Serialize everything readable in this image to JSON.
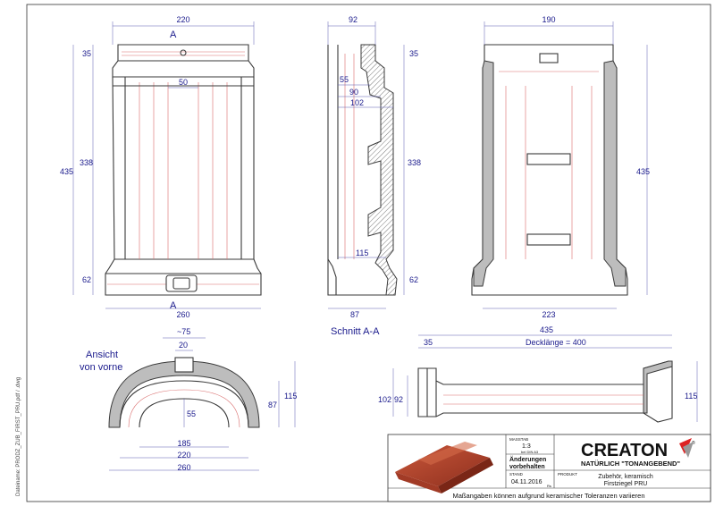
{
  "dims": {
    "front_width": "220",
    "front_top": "35",
    "front_tab": "50",
    "front_338": "338",
    "front_435": "435",
    "front_62": "62",
    "front_base": "260",
    "sec_92": "92",
    "sec_35": "35",
    "sec_55": "55",
    "sec_90": "90",
    "sec_102": "102",
    "sec_338": "338",
    "sec_115": "115",
    "sec_62": "62",
    "sec_87": "87",
    "back_190": "190",
    "back_435": "435",
    "back_223": "223",
    "an_75": "~75",
    "an_20": "20",
    "an_115": "115",
    "an_87": "87",
    "an_55": "55",
    "an_185": "185",
    "an_220": "220",
    "an_260": "260",
    "lv_435": "435",
    "lv_35": "35",
    "lv_deck": "Decklänge = 400",
    "lv_102": "102",
    "lv_92": "92",
    "lv_115": "115"
  },
  "labels": {
    "section_marker": "A",
    "schnitt": "Schnitt A-A",
    "ansicht_1": "Ansicht",
    "ansicht_2": "von vorne",
    "side_text": "Dateiname: PRODZ_ZUB_FIRST_PRU.pdf / .dwg"
  },
  "title_block": {
    "massstab_label": "MASSTAB",
    "massstab_value": "1:3",
    "massstab_note": "bei DIN A3",
    "aenderungen_1": "Änderungen",
    "aenderungen_2": "vorbehalten",
    "stand_label": "STAND",
    "stand_value": "04.11.2016",
    "stand_initials": "Rs",
    "produkt_label": "PRODUKT",
    "produkt_line1": "Zubehör, keramisch",
    "produkt_line2": "Firstziegel PRU",
    "brand": "CREATON",
    "brand_registered": "®",
    "slogan": "NATÜRLICH \"TONANGEBEND\"",
    "footer": "Maßangaben können aufgrund keramischer Toleranzen variieren"
  },
  "colors": {
    "tile": "#b5452f",
    "dimension": "#1a1a8c",
    "hidden_line": "#d96b6b"
  }
}
